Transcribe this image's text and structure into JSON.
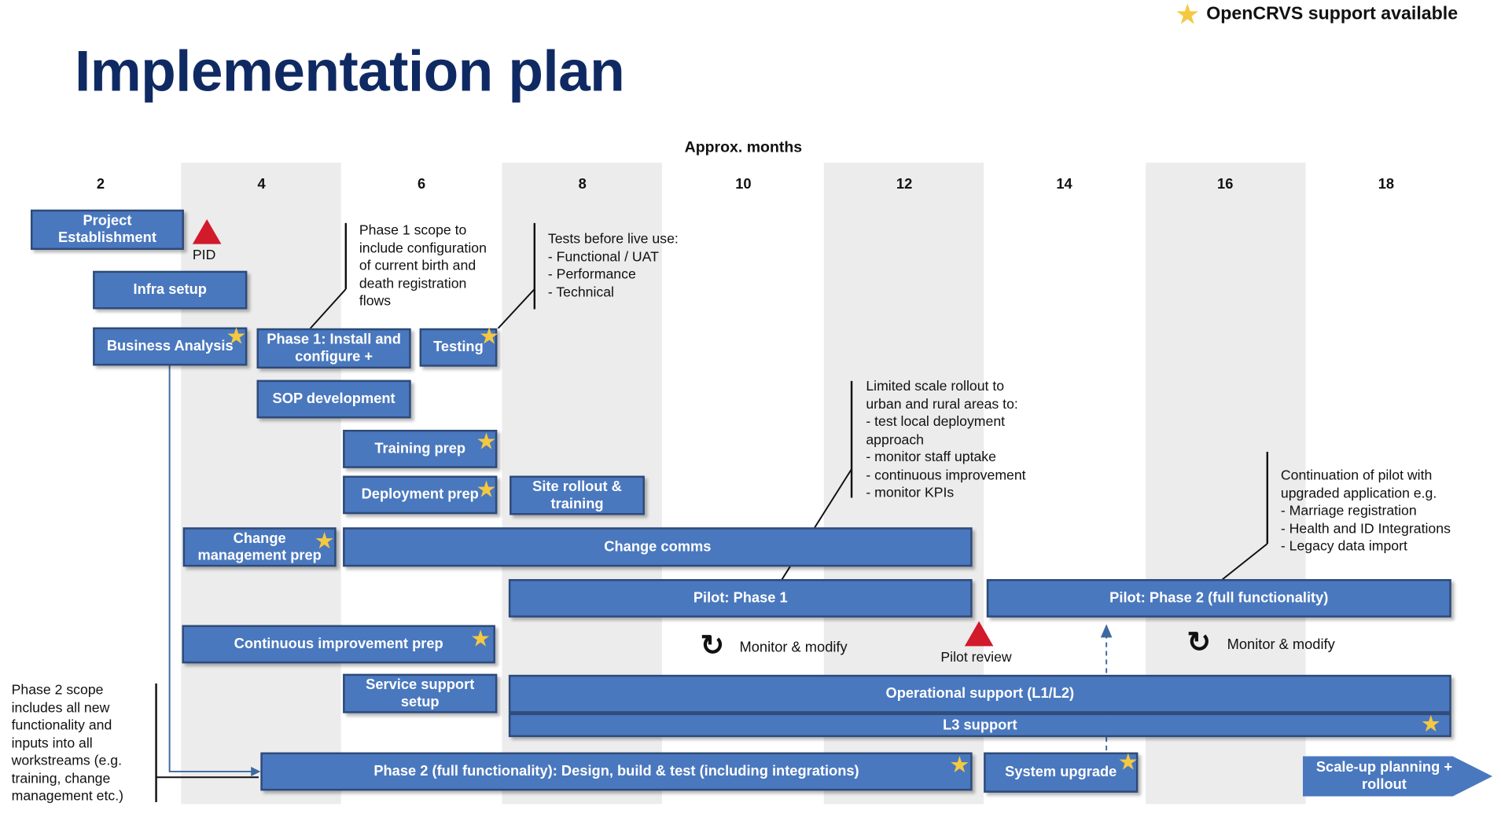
{
  "title": "Implementation plan",
  "legend": {
    "icon": "star-icon",
    "label": "OpenCRVS support available",
    "star_color": "#f5c842"
  },
  "axis": {
    "title": "Approx. months",
    "ticks": [
      "2",
      "4",
      "6",
      "8",
      "10",
      "12",
      "14",
      "16",
      "18"
    ]
  },
  "colors": {
    "bar_fill": "#4a78be",
    "bar_border": "#2e4a78",
    "milestone": "#d11a2a",
    "title": "#0f2a63",
    "shade": "#ececec"
  },
  "bars": {
    "project_establishment": {
      "label": "Project Establishment"
    },
    "infra_setup": {
      "label": "Infra setup"
    },
    "business_analysis": {
      "label": "Business Analysis",
      "opencrvs_support": true
    },
    "phase1_install": {
      "label": "Phase 1: Install and configure +"
    },
    "testing": {
      "label": "Testing",
      "opencrvs_support": true
    },
    "sop_development": {
      "label": "SOP development"
    },
    "training_prep": {
      "label": "Training prep",
      "opencrvs_support": true
    },
    "deployment_prep": {
      "label": "Deployment prep",
      "opencrvs_support": true
    },
    "site_rollout": {
      "label": "Site rollout & training"
    },
    "change_management_prep": {
      "label": "Change management prep",
      "opencrvs_support": true
    },
    "change_comms": {
      "label": "Change comms"
    },
    "pilot_phase1": {
      "label": "Pilot: Phase 1"
    },
    "pilot_phase2": {
      "label": "Pilot: Phase 2 (full functionality)"
    },
    "continuous_improvement_prep": {
      "label": "Continuous improvement prep",
      "opencrvs_support": true
    },
    "service_support_setup": {
      "label": "Service support setup"
    },
    "operational_support": {
      "label": "Operational support (L1/L2)"
    },
    "l3_support": {
      "label": "L3 support",
      "opencrvs_support": true
    },
    "phase2_design_build": {
      "label": "Phase 2 (full functionality): Design, build & test (including integrations)",
      "opencrvs_support": true
    },
    "system_upgrade": {
      "label": "System upgrade",
      "opencrvs_support": true
    },
    "scaleup_planning": {
      "label": "Scale-up planning + rollout"
    }
  },
  "milestones": {
    "pid": {
      "label": "PID"
    },
    "pilot_review": {
      "label": "Pilot review"
    }
  },
  "monitor": {
    "left": "Monitor & modify",
    "right": "Monitor & modify"
  },
  "notes": {
    "phase1_scope": [
      "Phase 1 scope to",
      "include configuration",
      "of current birth and",
      "death registration",
      "flows"
    ],
    "tests": [
      "Tests before live use:",
      "- Functional / UAT",
      "- Performance",
      "- Technical"
    ],
    "limited_rollout": [
      "Limited scale rollout to",
      "urban and rural areas to:",
      "-  test local deployment",
      "approach",
      "- monitor staff uptake",
      "- continuous improvement",
      "- monitor KPIs"
    ],
    "continuation": [
      "Continuation of pilot with",
      "upgraded application e.g.",
      "- Marriage registration",
      "- Health and ID Integrations",
      "- Legacy data import"
    ],
    "phase2_scope": [
      "Phase 2 scope",
      "includes all new",
      "functionality and",
      "inputs into all",
      "workstreams (e.g.",
      "training, change",
      "management etc.)"
    ]
  }
}
